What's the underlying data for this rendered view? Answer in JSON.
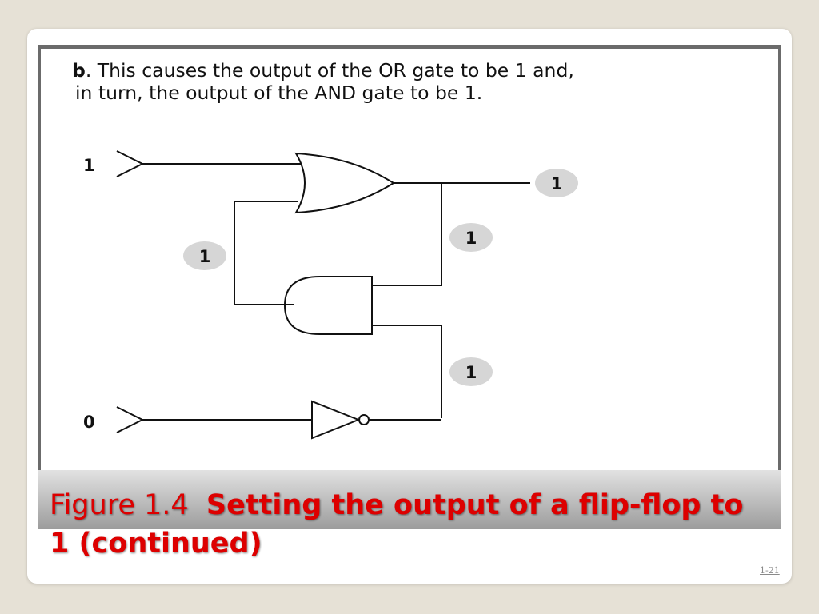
{
  "figure": {
    "text_bold_letter": "b",
    "text_line1": ". This causes the output of the OR gate to be 1 and,",
    "text_line2": "in turn, the output of the AND gate to be 1.",
    "input_top": "1",
    "input_bottom": "0",
    "badge_or_output": "1",
    "badge_feedback": "1",
    "badge_and_output": "1",
    "badge_not_output": "1"
  },
  "caption": {
    "figure_label": "Figure 1.4",
    "title": "Setting the output of a flip-flop to 1 (continued)"
  },
  "page_number": "1-21",
  "colors": {
    "background": "#e6e1d6",
    "caption_red": "#dd0000",
    "badge_gray": "#d6d6d6",
    "rule_gray": "#6b6b6b"
  }
}
